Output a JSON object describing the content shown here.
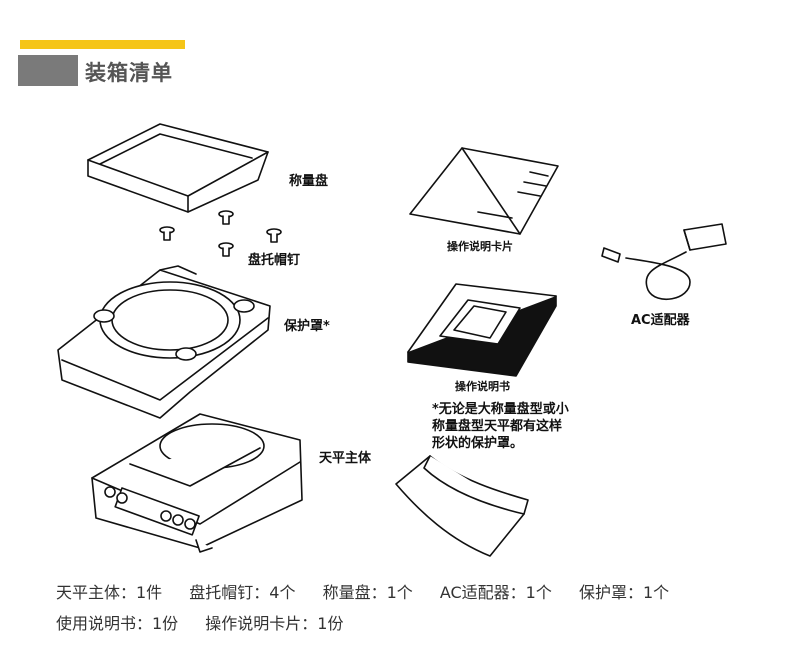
{
  "section": {
    "title": "装箱清单"
  },
  "labels": {
    "pan": "称量盘",
    "pan_pins": "盘托帽钉",
    "cover": "保护罩*",
    "body": "天平主体",
    "card": "操作说明卡片",
    "book": "操作说明书",
    "adapter": "AC适配器"
  },
  "note": {
    "line1": "*无论是大称量盘型或小",
    "line2": "称量盘型天平都有这样",
    "line3": "形状的保护罩。"
  },
  "summary": {
    "row1": [
      "天平主体：1件",
      "盘托帽钉：4个",
      "称量盘：1个",
      "AC适配器：1个",
      "保护罩：1个"
    ],
    "row2": [
      "使用说明书：1份",
      "操作说明卡片：1份"
    ]
  }
}
